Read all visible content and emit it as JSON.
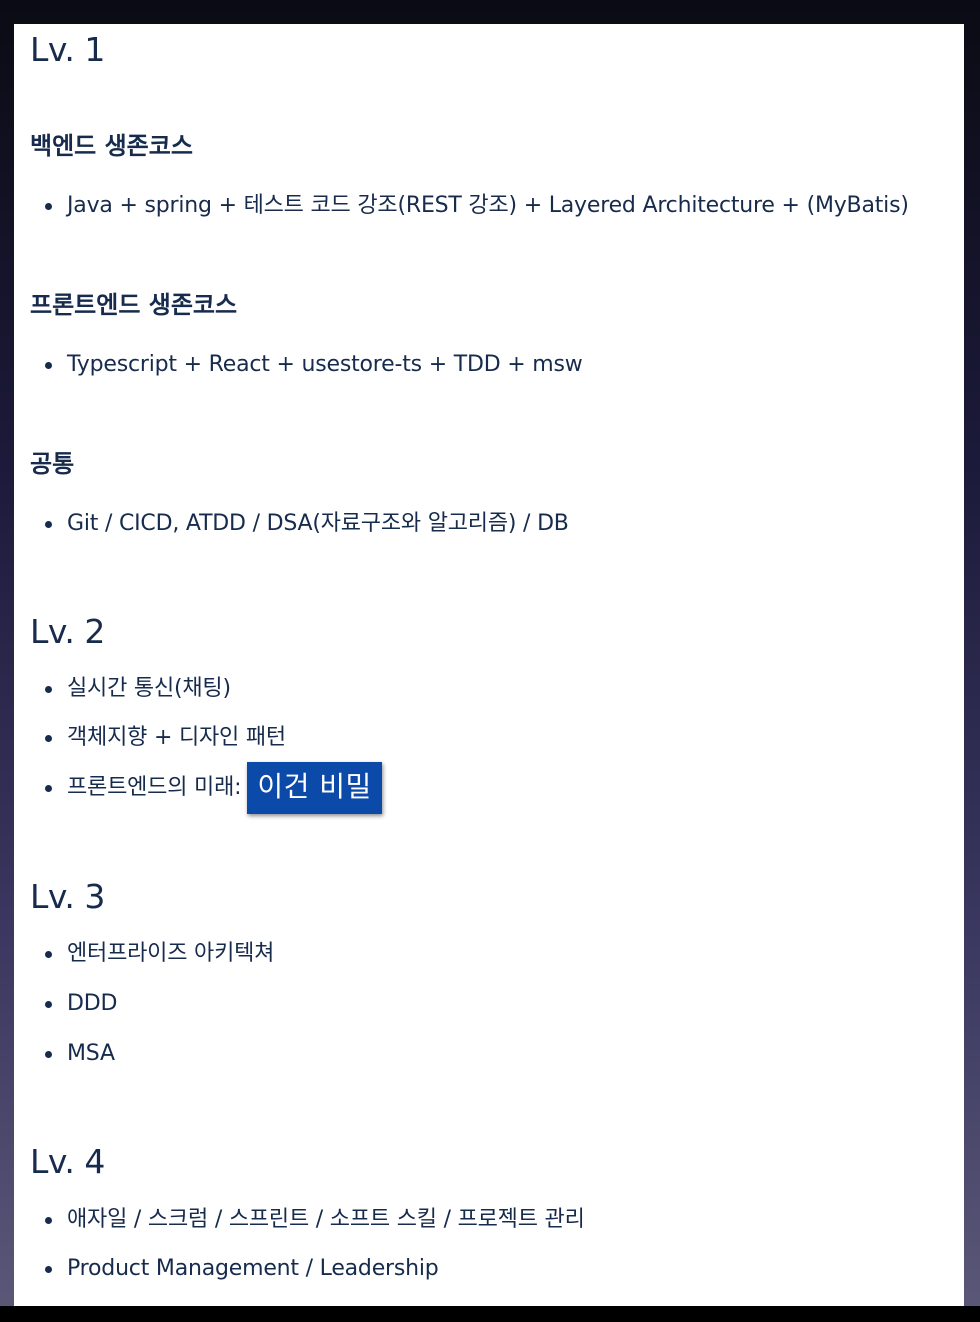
{
  "sections": [
    {
      "heading": "Lv. 1"
    },
    {
      "subheading": "백엔드 생존코스",
      "items": [
        "Java + spring  + 테스트 코드 강조(REST 강조) + Layered Architecture + (MyBatis)"
      ]
    },
    {
      "subheading": "프론트엔드 생존코스",
      "items": [
        "Typescript + React + usestore-ts + TDD + msw"
      ]
    },
    {
      "subheading": "공통",
      "items": [
        "Git / CICD, ATDD / DSA(자료구조와 알고리즘) / DB"
      ]
    },
    {
      "heading": "Lv. 2",
      "items": [
        "실시간 통신(채팅)",
        "객체지향 + 디자인 패턴",
        "프론트엔드의 미래:"
      ],
      "highlight": "이건 비밀"
    },
    {
      "heading": "Lv. 3",
      "items": [
        "엔터프라이즈 아키텍쳐",
        "DDD",
        "MSA"
      ]
    },
    {
      "heading": "Lv. 4",
      "items": [
        "애자일 / 스크럼 / 스프린트 / 소프트 스킬 / 프로젝트 관리",
        "Product Management / Leadership"
      ]
    }
  ],
  "colors": {
    "text": "#172b4d",
    "highlight_bg": "#0b4aa8",
    "highlight_text": "#ffffff",
    "page_bg": "#ffffff"
  }
}
